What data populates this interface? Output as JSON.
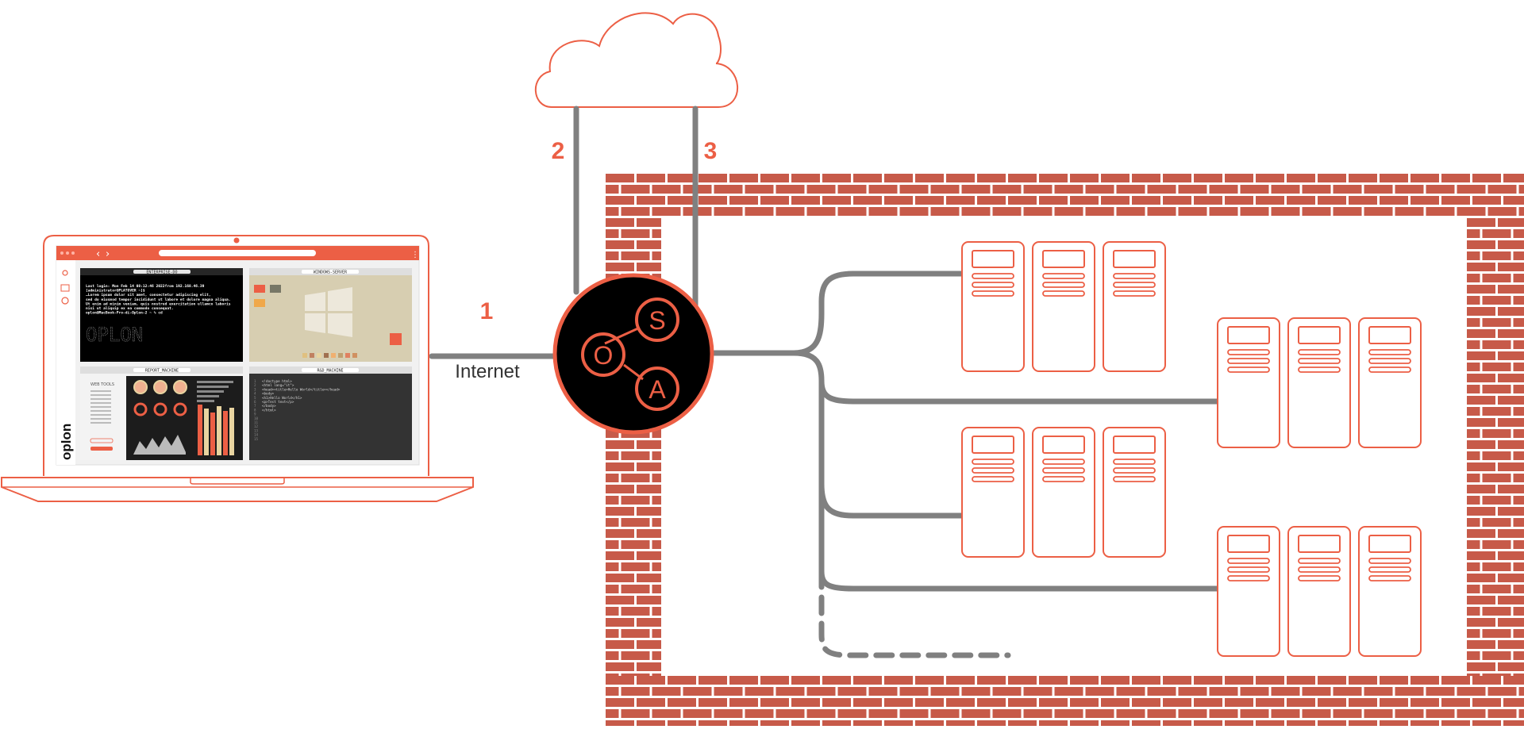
{
  "labels": {
    "connection_1": "1",
    "connection_2": "2",
    "connection_3": "3",
    "internet": "Internet"
  },
  "hub": {
    "letters": {
      "s": "S",
      "o": "O",
      "a": "A"
    }
  },
  "laptop_screen": {
    "brand": "oplon",
    "tiles": {
      "top_left_title": "ENTERPRISE-DO",
      "top_right_title": "WINDOWS-SERVER",
      "bottom_left_title": "REPORT_MACHINE",
      "bottom_right_title": "R&D_MACHINE"
    },
    "terminal_lines": [
      "Last login: Mon Feb 14 08:12:46 2022from 192.168.46.39",
      "[administrator@PLATOVER ~]$",
      "…Lorem ipsum dolor sit amet, consectetur adipiscing elit,",
      "sed do eiusmod tempor incididunt ut labore et dolore magna aliqua.",
      "Ut enim ad minim veniam, quis nostrud exercitation ullamco laboris",
      "nisi ut aliquip ex ea commodo consequat.",
      "oplon@MacBook-Pro-di-Oplon-2 ~ % cd"
    ],
    "terminal_art": "OPLON",
    "web_tools_label": "WEB TOOLS",
    "code_lines": [
      "<!doctype html>",
      "<html lang=\"it\">",
      "<head><title>Hello World</title></head>",
      "<body>",
      "<h1>Hello World</h1>",
      "<p>Test text</p>",
      "</body>",
      "</html>"
    ]
  },
  "colors": {
    "accent": "#ec5f45",
    "brick": "#c75a49",
    "wire": "#808080",
    "hub_fill": "#000000",
    "terminal_bg": "#000000",
    "code_bg": "#333333"
  }
}
